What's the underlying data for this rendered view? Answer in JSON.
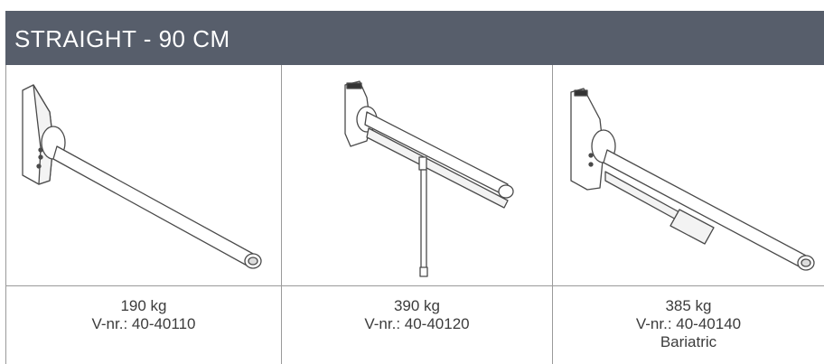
{
  "header": {
    "title": "STRAIGHT - 90 CM"
  },
  "products": [
    {
      "weight": "190 kg",
      "vnr": "V-nr.: 40-40110",
      "note": ""
    },
    {
      "weight": "390 kg",
      "vnr": "V-nr.: 40-40120",
      "note": ""
    },
    {
      "weight": "385 kg",
      "vnr": "V-nr.: 40-40140",
      "note": "Bariatric"
    }
  ],
  "colors": {
    "header_bg": "#575e6b",
    "header_text": "#ffffff",
    "grid": "#9a9a9a",
    "text": "#3c3c3c"
  }
}
